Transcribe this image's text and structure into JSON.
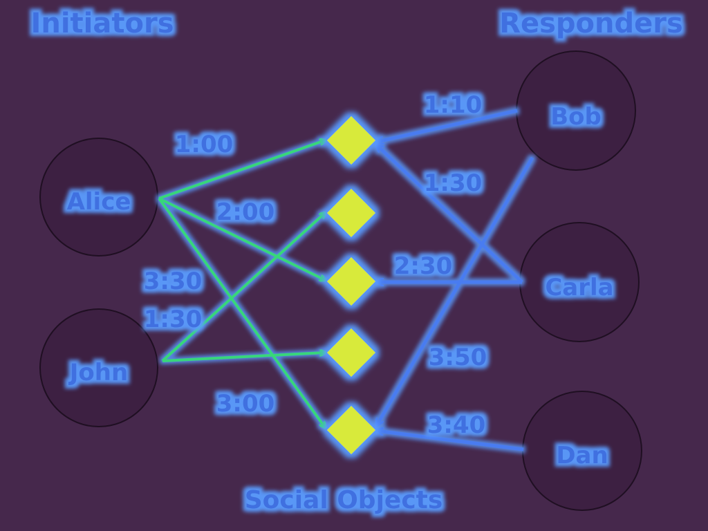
{
  "headers": {
    "initiators": "Initiators",
    "responders": "Responders",
    "social_objects": "Social Objects"
  },
  "people": {
    "alice": "Alice",
    "john": "John",
    "bob": "Bob",
    "carla": "Carla",
    "dan": "Dan"
  },
  "times": {
    "alice_obj1": "1:00",
    "alice_obj3": "2:00",
    "alice_obj5": "3:30",
    "john_obj2": "1:30",
    "john_obj4": "3:00",
    "bob_obj1": "1:10",
    "carla_obj1": "1:30",
    "carla_obj3": "2:30",
    "bob_obj5": "3:50",
    "dan_obj5": "3:40"
  },
  "colors": {
    "background": "#46284c",
    "circle_fill": "#3d2042",
    "circle_stroke": "#1f0f22",
    "label_blue": "#3f6fe0",
    "glow_blue": "#5a9cff",
    "initiator_line": "#39d67a",
    "responder_line": "#4a7bf0",
    "diamond": "#d8ea3a"
  }
}
